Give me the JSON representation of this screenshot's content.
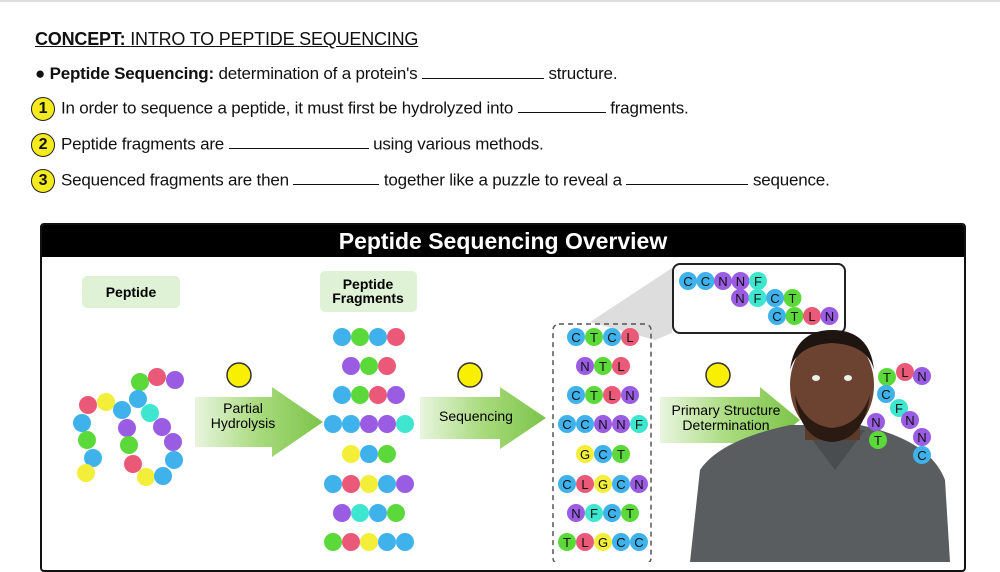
{
  "concept": {
    "prefix": "CONCEPT:",
    "title": "INTRO TO PEPTIDE SEQUENCING"
  },
  "definition": {
    "bullet": "●",
    "term": "Peptide Sequencing:",
    "text": "determination of a protein's",
    "after": "structure."
  },
  "steps": [
    {
      "number": "1",
      "before": "In order to sequence a peptide, it must first be hydrolyzed into",
      "after": "fragments."
    },
    {
      "number": "2",
      "before": "Peptide fragments are",
      "after": "using various methods."
    },
    {
      "number": "3",
      "before": "Sequenced fragments are then",
      "middle": "together like a puzzle to reveal a",
      "after": "sequence."
    }
  ],
  "diagram": {
    "title": "Peptide Sequencing Overview",
    "label_peptide": "Peptide",
    "label_fragments_1": "Peptide",
    "label_fragments_2": "Fragments",
    "arrow_1_line1": "Partial",
    "arrow_1_line2": "Hydrolysis",
    "arrow_2": "Sequencing",
    "arrow_3_line1": "Primary Structure",
    "arrow_3_line2": "Determination",
    "residue_colors": {
      "C": "#3fb2ec",
      "T": "#5cd93a",
      "L": "#ea5a78",
      "N": "#9a5ce2",
      "F": "#3fe6cf",
      "G": "#f2ee3a"
    },
    "peptide_chain_colors": [
      "r",
      "y",
      "b",
      "b",
      "g",
      "b",
      "y",
      "g",
      "r",
      "p",
      "b",
      "c",
      "p",
      "g",
      "r",
      "y",
      "b",
      "b",
      "p",
      "p"
    ],
    "unlabeled_fragments": [
      [
        "b",
        "g",
        "b",
        "r"
      ],
      [
        "p",
        "g",
        "r"
      ],
      [
        "b",
        "g",
        "r",
        "p"
      ],
      [
        "b",
        "b",
        "p",
        "p",
        "c"
      ],
      [
        "y",
        "b",
        "g"
      ],
      [
        "b",
        "r",
        "y",
        "b",
        "p"
      ],
      [
        "p",
        "c",
        "b",
        "g"
      ],
      [
        "g",
        "r",
        "y",
        "b",
        "b"
      ]
    ],
    "sequenced_fragments": [
      "CTCL",
      "NTL",
      "CTLN",
      "CCNNF",
      "GCT",
      "CLGCN",
      "NFCT",
      "TLGCC"
    ],
    "overlap_rows": [
      "CCNNF",
      "NFCT",
      "CTLN"
    ],
    "final_sequence_visible": [
      "T",
      "L",
      "N",
      "C",
      "F",
      "N",
      "N",
      "N",
      "T",
      "C"
    ]
  }
}
